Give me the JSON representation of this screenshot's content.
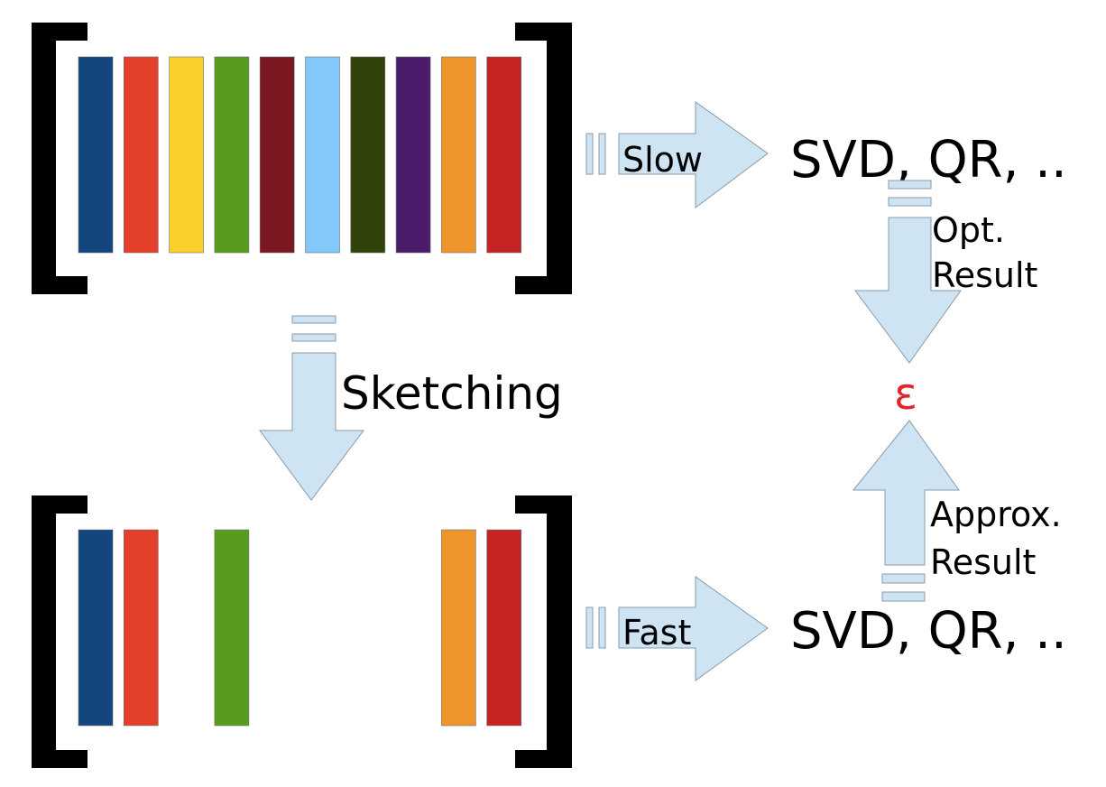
{
  "colors": {
    "arrow_fill": "#cfe4f3",
    "arrow_stroke": "#8a9aa8",
    "bracket": "#000000",
    "epsilon": "#e0262b",
    "text": "#000000"
  },
  "full_matrix": {
    "columns": [
      {
        "color": "#15457f"
      },
      {
        "color": "#e2402b"
      },
      {
        "color": "#f9d12a"
      },
      {
        "color": "#579b1f"
      },
      {
        "color": "#7b1720"
      },
      {
        "color": "#82c8fa"
      },
      {
        "color": "#31420a"
      },
      {
        "color": "#4b1c6a"
      },
      {
        "color": "#ee942c"
      },
      {
        "color": "#c52425"
      }
    ]
  },
  "sketched_matrix": {
    "kept_columns": [
      0,
      1,
      3,
      8,
      9
    ]
  },
  "labels": {
    "slow": "Slow",
    "fast": "Fast",
    "sketching": "Sketching",
    "svd_qr_top": "SVD, QR, ..",
    "svd_qr_bottom": "SVD, QR, ..",
    "opt_result_line1": "Opt.",
    "opt_result_line2": "Result",
    "approx_result_line1": "Approx.",
    "approx_result_line2": "Result",
    "epsilon": "ε"
  }
}
